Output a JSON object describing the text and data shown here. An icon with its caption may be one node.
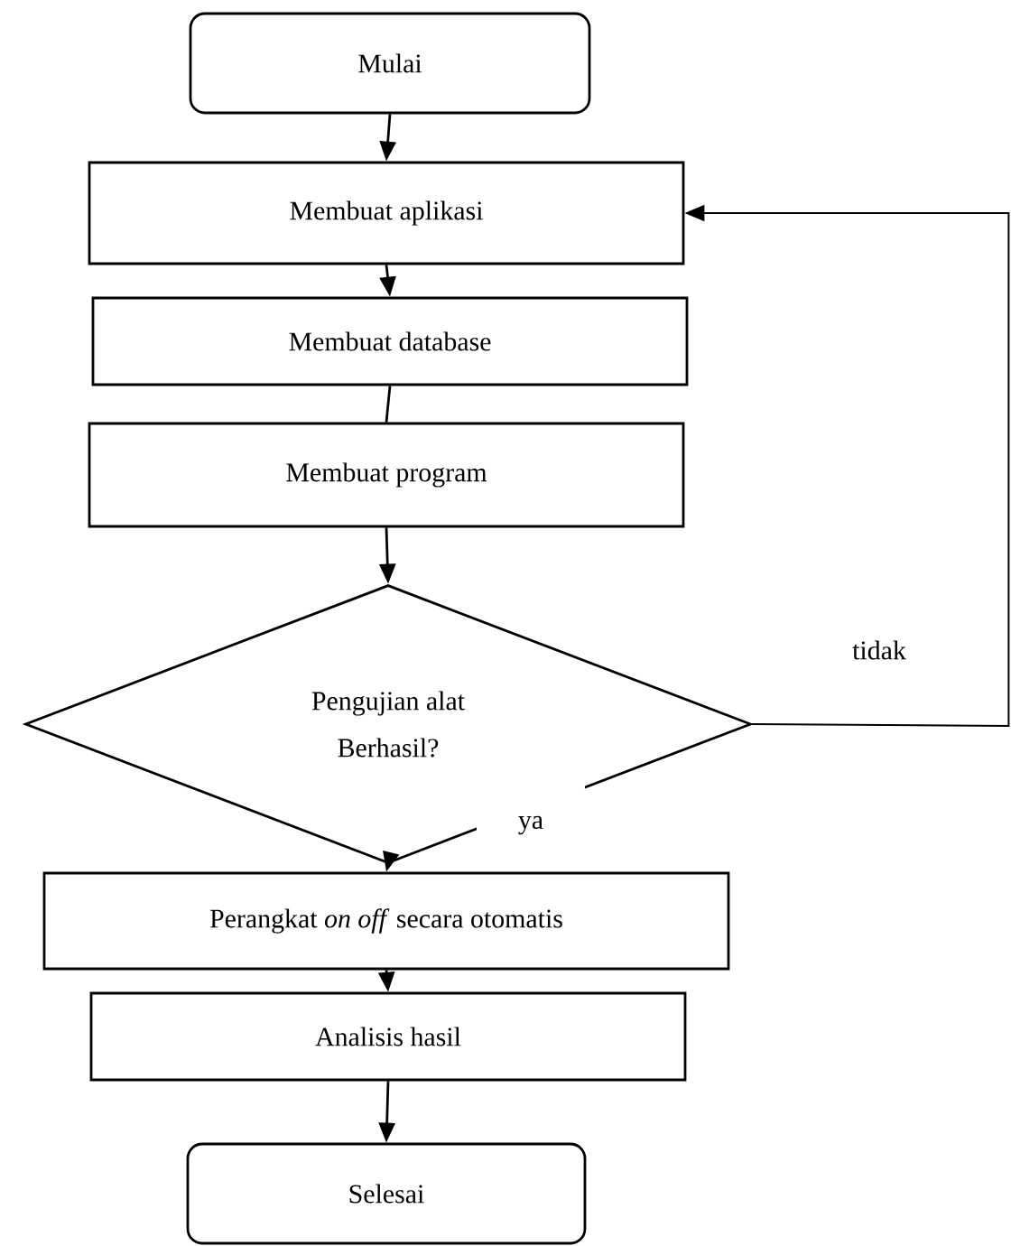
{
  "diagram": {
    "nodes": [
      {
        "text": [
          "Mulai"
        ]
      },
      {
        "text": [
          "Membuat aplikasi"
        ]
      },
      {
        "text": [
          "Membuat database"
        ]
      },
      {
        "text": [
          "Membuat program"
        ]
      },
      {
        "text": [
          "Pengujian alat Berhasil?"
        ]
      },
      {
        "text": [
          "Perangkat *on off* secara otomatis"
        ]
      },
      {
        "text": [
          "Analisis hasil"
        ]
      },
      {
        "text": [
          "Selesai"
        ]
      }
    ],
    "edges": [
      {
        "from": 0,
        "to": 1,
        "arrow": "to"
      },
      {
        "from": 1,
        "to": 2,
        "arrow": "to"
      },
      {
        "from": 2,
        "to": 3,
        "arrow": "none"
      },
      {
        "from": 3,
        "to": 4,
        "arrow": "to"
      },
      {
        "from": 4,
        "to": 5,
        "arrow": "to",
        "label": "ya"
      },
      {
        "from": 4,
        "to": 1,
        "arrow": "to",
        "label": "tidak"
      },
      {
        "from": 5,
        "to": 6,
        "arrow": "to"
      },
      {
        "from": 6,
        "to": 7,
        "arrow": "to"
      }
    ]
  }
}
